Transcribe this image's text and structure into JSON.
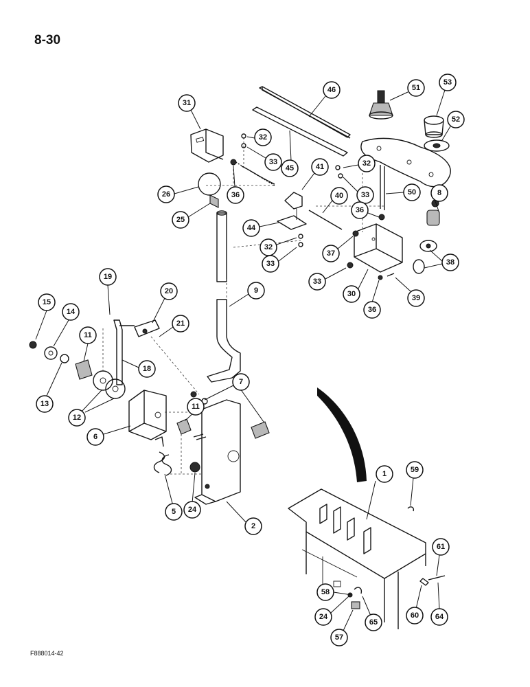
{
  "page_number": "8-30",
  "figure_code": "F888014-42",
  "callouts": [
    "1",
    "2",
    "5",
    "6",
    "7",
    "8",
    "9",
    "11",
    "11",
    "12",
    "13",
    "14",
    "15",
    "18",
    "19",
    "20",
    "21",
    "24",
    "24",
    "25",
    "26",
    "30",
    "31",
    "32",
    "32",
    "32",
    "33",
    "33",
    "33",
    "33",
    "36",
    "36",
    "36",
    "37",
    "38",
    "39",
    "40",
    "41",
    "44",
    "45",
    "46",
    "50",
    "51",
    "52",
    "53",
    "57",
    "58",
    "59",
    "60",
    "61",
    "64",
    "65"
  ]
}
